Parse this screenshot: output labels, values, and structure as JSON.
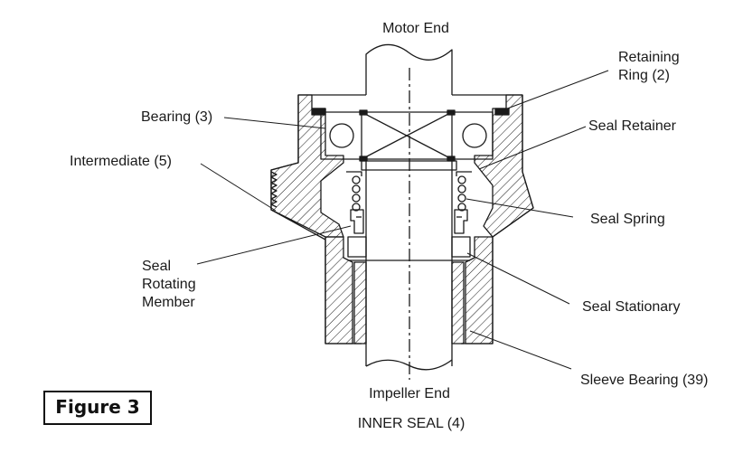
{
  "labels": {
    "motor_end": "Motor End",
    "retaining_ring": [
      "Retaining",
      "Ring (2)"
    ],
    "bearing": "Bearing (3)",
    "seal_retainer": "Seal Retainer",
    "intermediate": "Intermediate (5)",
    "seal_spring": "Seal Spring",
    "seal_rotating_member": [
      "Seal",
      "Rotating",
      "Member"
    ],
    "seal_stationary": "Seal Stationary",
    "sleeve_bearing": "Sleeve Bearing (39)",
    "impeller_end": "Impeller End",
    "caption": "INNER SEAL (4)"
  },
  "figure_label": "Figure 3",
  "colors": {
    "line": "#1a1a1a",
    "background": "#ffffff"
  }
}
